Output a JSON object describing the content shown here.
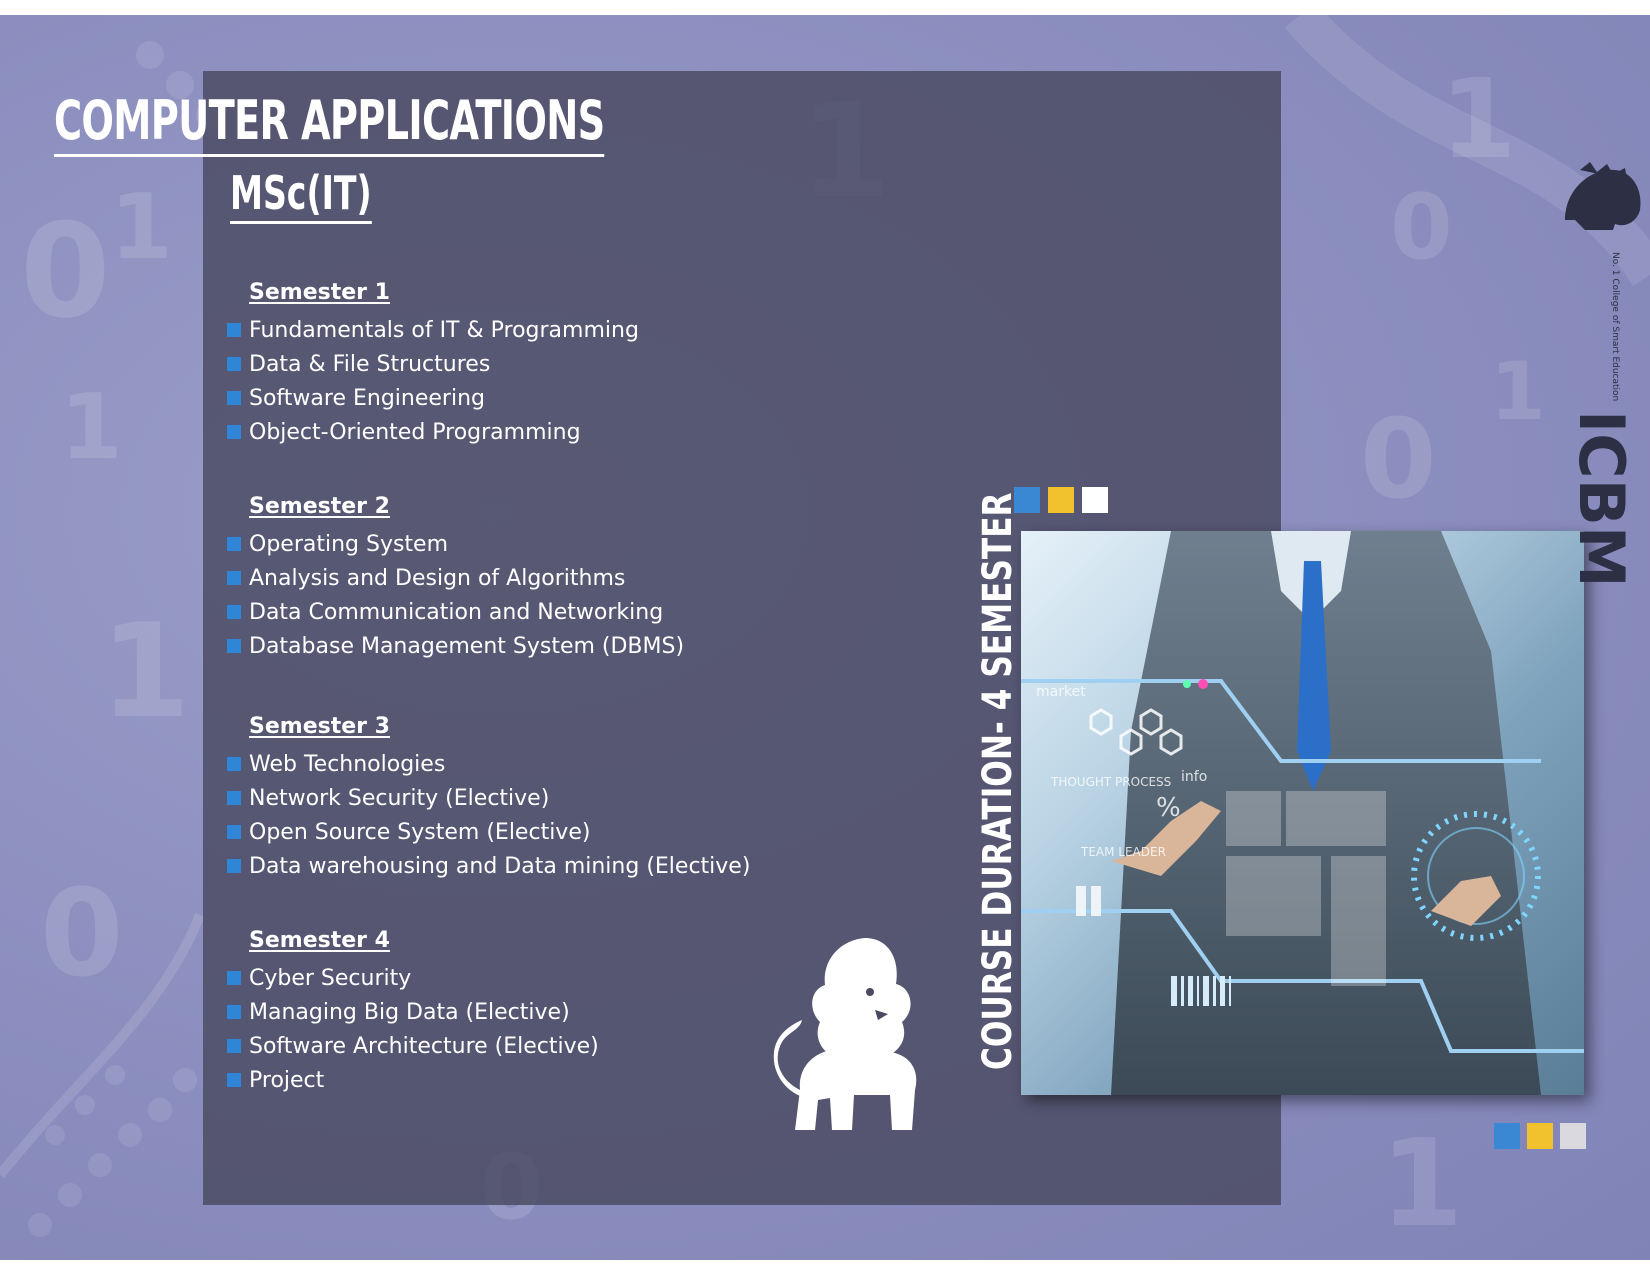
{
  "header": {
    "title": "COMPUTER APPLICATIONS",
    "subtitle": "MSc(IT)"
  },
  "semesters": [
    {
      "heading": "Semester 1",
      "subjects": [
        "Fundamentals of IT & Programming",
        "Data & File Structures",
        "Software Engineering",
        "Object-Oriented Programming"
      ]
    },
    {
      "heading": "Semester 2",
      "subjects": [
        "Operating System",
        "Analysis and Design of Algorithms",
        "Data Communication and Networking",
        "Database Management System (DBMS)"
      ]
    },
    {
      "heading": "Semester 3",
      "subjects": [
        "Web Technologies",
        "Network Security (Elective)",
        "Open Source System (Elective)",
        "Data warehousing and Data mining (Elective)"
      ]
    },
    {
      "heading": "Semester 4",
      "subjects": [
        "Cyber Security",
        "Managing Big Data (Elective)",
        "Software Architecture (Elective)",
        "Project"
      ]
    }
  ],
  "duration": "COURSE DURATION- 4 SEMESTER",
  "brand": {
    "name": "ICBM",
    "tagline": "No. 1 College of Smart Education"
  },
  "photo_labels": {
    "market": "market",
    "thought": "THOUGHT PROCESS",
    "team": "TEAM LEADER",
    "info": "info",
    "percent": "%"
  },
  "colors": {
    "bullet": "#2f86d6",
    "accent_blue": "#3a87d4",
    "accent_yellow": "#f2c12e",
    "accent_white": "#ffffff",
    "accent_grey": "#d9d9df",
    "panel": "#494960",
    "background": "#8e91c0"
  },
  "icons": {
    "lion_logo": "lion-logo-icon",
    "brand_lion": "lion-head-icon"
  }
}
